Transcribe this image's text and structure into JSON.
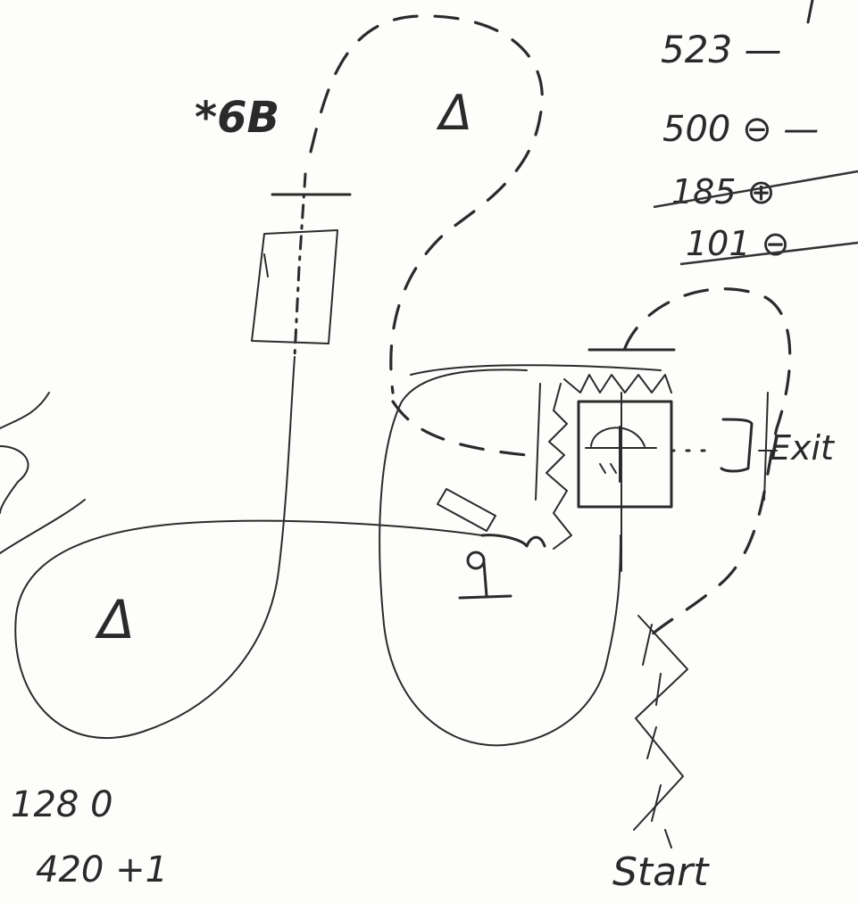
{
  "labels": {
    "title": "*6B",
    "exit": "Exit",
    "start": "Start",
    "triangle_upper": "Δ",
    "triangle_lower": "Δ"
  },
  "notes_top_right": [
    {
      "text": "523 —",
      "struck": false
    },
    {
      "text": "500 ⊖ —",
      "struck": false
    },
    {
      "text": "185 ⊕",
      "struck": true
    },
    {
      "text": "101 ⊖",
      "struck": true
    }
  ],
  "notes_bottom_left": {
    "line1": "128 0",
    "line2": "420 +1"
  }
}
